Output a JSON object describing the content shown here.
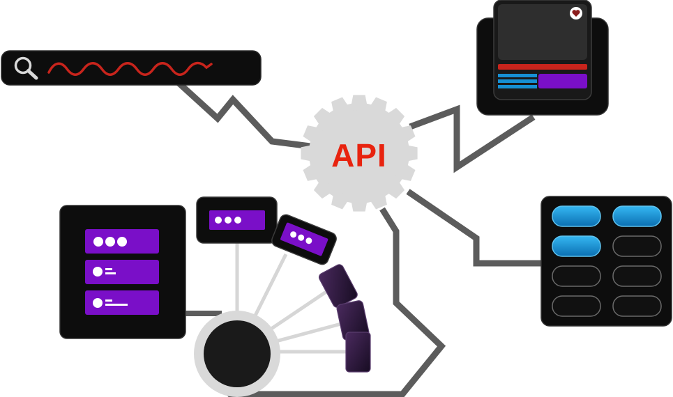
{
  "hub": {
    "label": "API",
    "icon": "gear-icon"
  },
  "colors": {
    "dark_card": "#0d0d0d",
    "card_border": "#303030",
    "connector": "#5c5c5c",
    "spoke": "#d6d6d6",
    "gear": "#d9d9d9",
    "api_text": "#e8230f",
    "accent_red": "#c8241c",
    "accent_purple": "#7a0fc8",
    "accent_blue": "#1690d4",
    "heart": "#8a1c1c"
  },
  "search": {
    "icon": "search-icon",
    "squiggle_color": "#c8241c"
  },
  "card": {
    "icon": "heart-icon"
  },
  "button_grid": {
    "rows": 4,
    "cols": 2,
    "active_states": [
      true,
      true,
      true,
      false,
      false,
      false,
      false,
      false
    ]
  },
  "list_panel": {
    "items": [
      {
        "icon": "dots-icon"
      },
      {
        "icon": "dot-lines-icon"
      },
      {
        "icon": "dot-lines-icon"
      }
    ]
  },
  "radial_menu": {
    "icon": "circle-icon",
    "tiles": [
      {
        "icon": "dots-icon"
      },
      {
        "icon": "dots-icon"
      },
      {
        "icon": "blank-tile"
      },
      {
        "icon": "blank-tile"
      },
      {
        "icon": "blank-tile"
      }
    ]
  }
}
